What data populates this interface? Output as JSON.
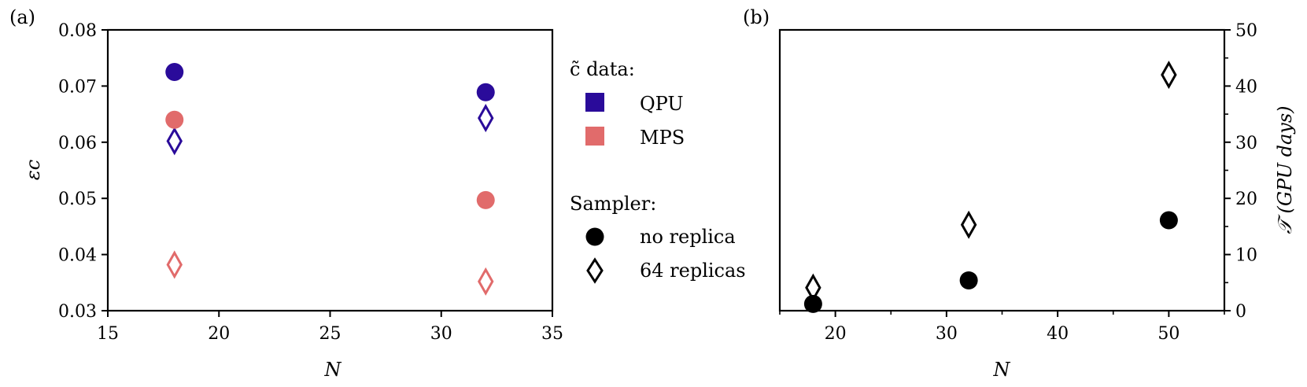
{
  "panels": [
    {
      "label": "(a)",
      "xlabel": "N",
      "ylabel": "εc",
      "xticks": [
        "15",
        "20",
        "25",
        "30",
        "35"
      ],
      "yticks": [
        "0.03",
        "0.04",
        "0.05",
        "0.06",
        "0.07",
        "0.08"
      ]
    },
    {
      "label": "(b)",
      "xlabel": "N",
      "ylabel": "𝒯 (GPU days)",
      "xticks": [
        "20",
        "30",
        "40",
        "50"
      ],
      "yticks": [
        "0",
        "10",
        "20",
        "30",
        "40",
        "50"
      ]
    }
  ],
  "legend": {
    "data_title": "c̃ data:",
    "data_items": [
      {
        "label": "QPU",
        "color": "#2a0b9a"
      },
      {
        "label": "MPS",
        "color": "#e16b6b"
      }
    ],
    "sampler_title": "Sampler:",
    "sampler_items": [
      {
        "label": "no replica",
        "marker": "circle"
      },
      {
        "label": "64 replicas",
        "marker": "diamond"
      }
    ]
  },
  "chart_data": [
    {
      "type": "scatter",
      "xlabel": "N",
      "ylabel": "εc",
      "xlim": [
        15,
        35
      ],
      "ylim": [
        0.03,
        0.08
      ],
      "series": [
        {
          "name": "QPU",
          "sampler": "no replica",
          "marker": "circle",
          "color": "#2a0b9a",
          "x": [
            18,
            32
          ],
          "y": [
            0.0725,
            0.0689
          ]
        },
        {
          "name": "QPU",
          "sampler": "64 replicas",
          "marker": "diamond",
          "color": "#2a0b9a",
          "x": [
            18,
            32
          ],
          "y": [
            0.0602,
            0.0643
          ]
        },
        {
          "name": "MPS",
          "sampler": "no replica",
          "marker": "circle",
          "color": "#e16b6b",
          "x": [
            18,
            32
          ],
          "y": [
            0.064,
            0.0497
          ]
        },
        {
          "name": "MPS",
          "sampler": "64 replicas",
          "marker": "diamond",
          "color": "#e16b6b",
          "x": [
            18,
            32
          ],
          "y": [
            0.0382,
            0.0352
          ]
        }
      ]
    },
    {
      "type": "scatter",
      "xlabel": "N",
      "ylabel": "𝒯 (GPU days)",
      "xlim": [
        15,
        55
      ],
      "ylim": [
        0,
        50
      ],
      "series": [
        {
          "sampler": "no replica",
          "marker": "circle",
          "color": "#000000",
          "x": [
            18,
            32,
            50
          ],
          "y": [
            1.2,
            5.4,
            16.1
          ]
        },
        {
          "sampler": "64 replicas",
          "marker": "diamond",
          "color": "#000000",
          "x": [
            18,
            32,
            50
          ],
          "y": [
            4.1,
            15.3,
            42.0
          ]
        }
      ]
    }
  ]
}
